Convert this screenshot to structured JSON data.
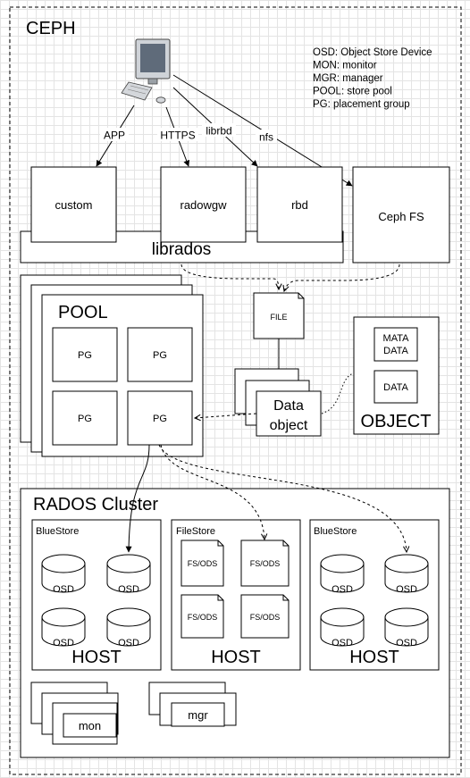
{
  "title": "CEPH",
  "legend": [
    "OSD: Object Store Device",
    "MON: monitor",
    "MGR: manager",
    "POOL: store pool",
    "PG: placement group"
  ],
  "connections": {
    "app": "APP",
    "https": "HTTPS",
    "librbd": "librbd",
    "nfs": "nfs"
  },
  "interfaces": {
    "custom": "custom",
    "radowgw": "radowgw",
    "rbd": "rbd",
    "cephfs": "Ceph FS",
    "librados": "librados"
  },
  "pool": {
    "title": "POOL",
    "pg_label": "PG"
  },
  "file": "FILE",
  "data_object": {
    "line1": "Data",
    "line2": "object"
  },
  "object": {
    "title": "OBJECT",
    "meta_line1": "MATA",
    "meta_line2": "DATA",
    "data": "DATA"
  },
  "rados": {
    "title": "RADOS Cluster",
    "hosts": [
      {
        "store": "BlueStore",
        "label": "HOST",
        "item": "OSD"
      },
      {
        "store": "FileStore",
        "label": "HOST",
        "item": "FS/ODS"
      },
      {
        "store": "BlueStore",
        "label": "HOST",
        "item": "OSD"
      }
    ],
    "mon": "mon",
    "mgr": "mgr"
  },
  "colors": {
    "stroke": "#000000",
    "background": "#ffffff",
    "grid": "#e4e4e4",
    "monitor_screen": "#5f6b7a"
  }
}
